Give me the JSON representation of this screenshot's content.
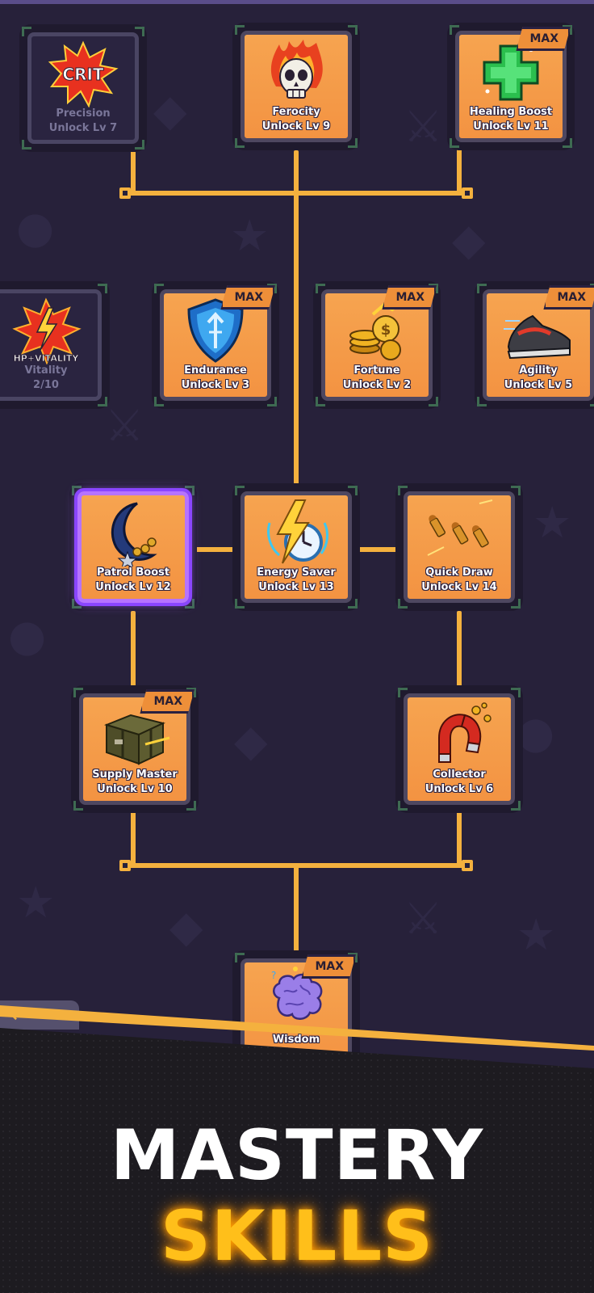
{
  "skills": [
    {
      "id": "precision",
      "name": "Precision",
      "sub": "Unlock Lv 7",
      "state": "locked",
      "max": false,
      "icon": "crit-burst-icon",
      "icon_text": "CRIT"
    },
    {
      "id": "ferocity",
      "name": "Ferocity",
      "sub": "Unlock Lv 9",
      "state": "unlocked",
      "max": false,
      "icon": "flaming-skull-icon"
    },
    {
      "id": "healing-boost",
      "name": "Healing Boost",
      "sub": "Unlock Lv 11",
      "state": "unlocked",
      "max": true,
      "icon": "green-cross-icon"
    },
    {
      "id": "vitality",
      "name": "Vitality",
      "sub": "2/10",
      "state": "locked",
      "max": false,
      "icon": "hp-vitality-icon",
      "icon_text": "HP+VITALITY"
    },
    {
      "id": "endurance",
      "name": "Endurance",
      "sub": "Unlock Lv 3",
      "state": "unlocked",
      "max": true,
      "icon": "shield-icon"
    },
    {
      "id": "fortune",
      "name": "Fortune",
      "sub": "Unlock Lv 2",
      "state": "unlocked",
      "max": true,
      "icon": "gold-coins-icon"
    },
    {
      "id": "agility",
      "name": "Agility",
      "sub": "Unlock Lv 5",
      "state": "unlocked",
      "max": true,
      "icon": "running-shoe-icon"
    },
    {
      "id": "patrol-boost",
      "name": "Patrol Boost",
      "sub": "Unlock Lv 12",
      "state": "selected",
      "max": false,
      "icon": "crescent-moon-icon"
    },
    {
      "id": "energy-saver",
      "name": "Energy Saver",
      "sub": "Unlock Lv 13",
      "state": "unlocked",
      "max": false,
      "icon": "lightning-clock-icon"
    },
    {
      "id": "quick-draw",
      "name": "Quick Draw",
      "sub": "Unlock Lv 14",
      "state": "unlocked",
      "max": false,
      "icon": "bullets-icon"
    },
    {
      "id": "supply-master",
      "name": "Supply Master",
      "sub": "Unlock Lv 10",
      "state": "unlocked",
      "max": true,
      "icon": "supply-crate-icon"
    },
    {
      "id": "collector",
      "name": "Collector",
      "sub": "Unlock Lv 6",
      "state": "unlocked",
      "max": false,
      "icon": "magnet-icon"
    },
    {
      "id": "wisdom",
      "name": "Wisdom",
      "sub": "",
      "state": "unlocked",
      "max": true,
      "icon": "brain-icon"
    }
  ],
  "max_label": "MAX",
  "back_button": {
    "icon": "back-arrow-icon"
  },
  "banner": {
    "word1": "MASTERY",
    "word2": "SKILLS"
  },
  "colors": {
    "background": "#27213a",
    "card": "#f39342",
    "connector": "#f4b13e",
    "selected": "#a366ff",
    "title_accent": "#ffbf1a"
  }
}
